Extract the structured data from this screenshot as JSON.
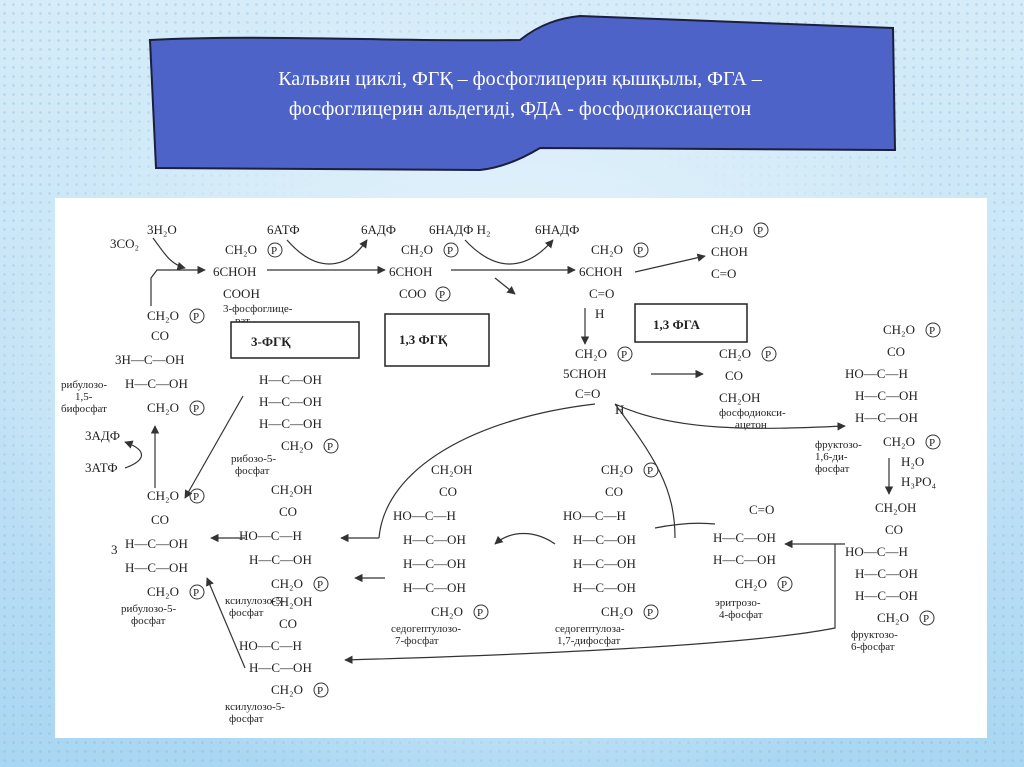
{
  "banner": {
    "line1": "Кальвин циклі, ФГҚ – фосфоглицерин қышқылы, ФГА –",
    "line2": "фосфоглицерин альдегиді, ФДА - фосфодиоксиацетон",
    "fill_color": "#4d63c7"
  },
  "boxes": {
    "pga": "3-ФГҚ",
    "bpga": "1,3 ФГҚ",
    "gap": "1,3 ФГА"
  },
  "inputs": {
    "water": "3H₂O",
    "co2": "3CO₂",
    "atp6": "6АТФ",
    "adp6": "6АДФ",
    "nadph6": "6НАДФ H₂",
    "nadp6": "6НАДФ",
    "adp3": "3АДФ",
    "atp3": "3АТФ",
    "h2o": "H₂O",
    "h3po4": "H₃PO₄"
  },
  "labels": {
    "rubp": "рибулозо-\n1,5-\nбифосфат",
    "pga_name": "3-фосфоглице-\nрат",
    "r5p": "рибозо-5-\nфосфат",
    "x5p_a": "ксилулозо-5-\nфосфат",
    "x5p_b": "ксилулозо-5-\nфосфат",
    "ru5p": "рибулозо-5-\nфосфат",
    "s7p": "седогептулозо-\n7-фосфат",
    "sbp": "седогептулоза-\n1,7-дифосфат",
    "e4p": "эритрозо-\n4-фосфат",
    "dhap": "фосфодиокси-\nацетон",
    "fbp": "фруктозо-\n1,6-ди-\nфосфат",
    "f6p": "фруктозо-\n6-фосфат"
  },
  "formula": {
    "ch2op": "CH₂O",
    "ch2oh": "CH₂OH",
    "co": "CO",
    "choh": "CHOH",
    "cooh": "COOH",
    "p": "P",
    "coo": "COO",
    "h_c_oh": "H—C—OH",
    "ho_c_h": "HO—C—H",
    "three_h_c_oh": "3H—C—OH",
    "six_choh": "6CHOH",
    "five_choh": "5CHOH",
    "ch2oh_short": "CH₂OH",
    "c_eq_o": "C=O",
    "h": "H",
    "three": "3",
    "ch2o_short": "CH₂O"
  }
}
